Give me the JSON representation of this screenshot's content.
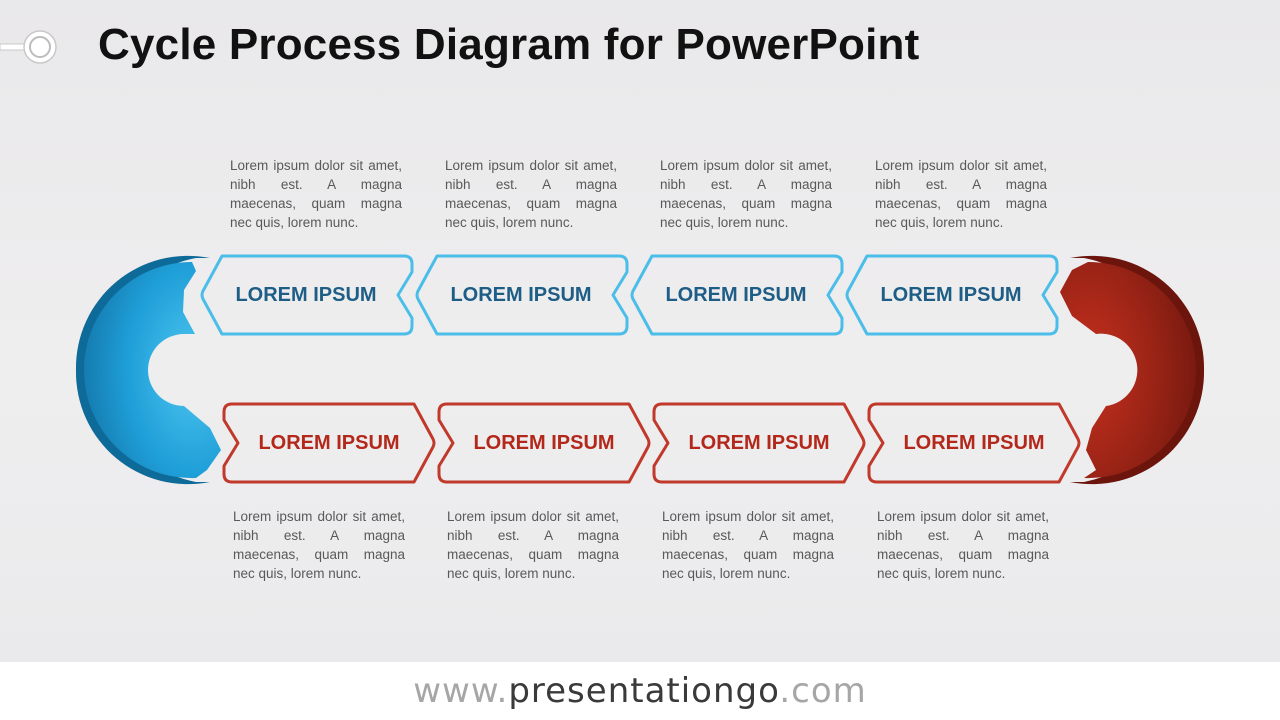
{
  "title": "Cycle Process Diagram for PowerPoint",
  "top_steps": [
    {
      "label": "LOREM IPSUM",
      "text": "Lorem ipsum dolor sit amet, nibh est. A magna maecenas, quam magna nec quis, lorem nunc."
    },
    {
      "label": "LOREM IPSUM",
      "text": "Lorem ipsum dolor sit amet, nibh est. A magna maecenas, quam magna nec quis, lorem nunc."
    },
    {
      "label": "LOREM IPSUM",
      "text": "Lorem ipsum dolor sit amet, nibh est. A magna maecenas, quam magna nec quis, lorem nunc."
    },
    {
      "label": "LOREM IPSUM",
      "text": "Lorem ipsum dolor sit amet, nibh est. A magna maecenas, quam magna nec quis, lorem nunc."
    }
  ],
  "bottom_steps": [
    {
      "label": "LOREM IPSUM",
      "text": "Lorem ipsum dolor sit amet, nibh est. A magna maecenas, quam magna nec quis, lorem nunc."
    },
    {
      "label": "LOREM IPSUM",
      "text": "Lorem ipsum dolor sit amet, nibh est. A magna maecenas, quam magna nec quis, lorem nunc."
    },
    {
      "label": "LOREM IPSUM",
      "text": "Lorem ipsum dolor sit amet, nibh est. A magna maecenas, quam magna nec quis, lorem nunc."
    },
    {
      "label": "LOREM IPSUM",
      "text": "Lorem ipsum dolor sit amet, nibh est. A magna maecenas, quam magna nec quis, lorem nunc."
    }
  ],
  "footer": {
    "prefix": "www.",
    "domain": "presentationgo",
    "suffix": ".com"
  },
  "colors": {
    "blue": "#4bbde9",
    "blue_text": "#1d5d86",
    "red": "#c0392b",
    "red_text": "#b3281a"
  },
  "icons": {
    "logo": "key-logo-icon"
  }
}
